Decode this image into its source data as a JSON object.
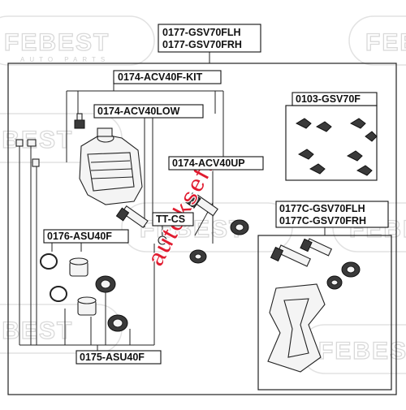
{
  "watermark": {
    "brand": "FEBEST",
    "subtitle": "AUTO PARTS",
    "diagonal": "autokseft"
  },
  "labels": {
    "top_part_1": "0177-GSV70FLH",
    "top_part_2": "0177-GSV70FRH",
    "kit": "0174-ACV40F-KIT",
    "low": "0174-ACV40LOW",
    "up": "0174-ACV40UP",
    "clips": "0103-GSV70F",
    "ttcs": "TT-CS",
    "bracket_1": "0177C-GSV70FLH",
    "bracket_2": "0177C-GSV70FRH",
    "pistons": "0176-ASU40F",
    "seals": "0175-ASU40F"
  },
  "colors": {
    "watermark_red": "#e01b2f",
    "watermark_grey": "#d9d9d9",
    "line": "#222222"
  },
  "icons": {
    "caliper": "brake-caliper-icon",
    "pin": "guide-pin-icon",
    "boot": "rubber-boot-icon",
    "piston": "piston-icon",
    "seal": "seal-ring-icon",
    "clip": "spring-clip-icon",
    "bracket": "caliper-bracket-icon",
    "bleeder": "bleeder-screw-icon"
  }
}
